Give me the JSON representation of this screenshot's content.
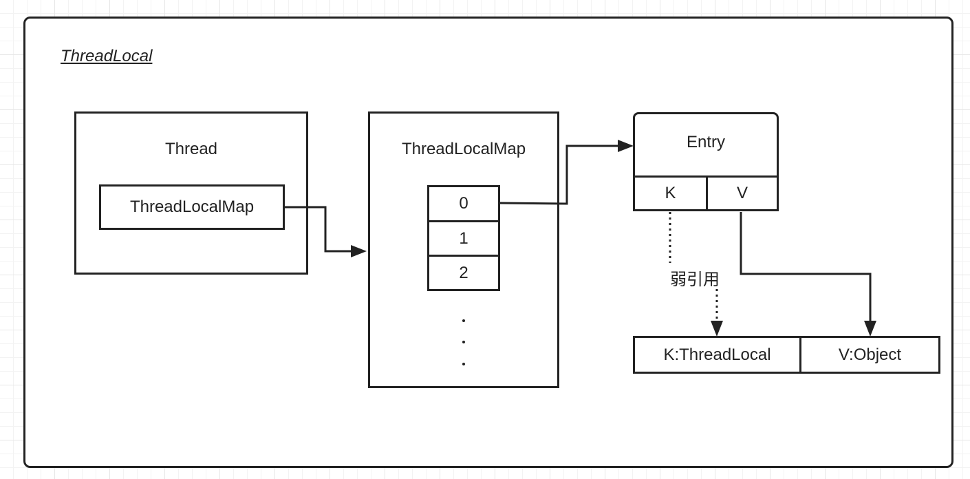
{
  "title": "ThreadLocal",
  "thread": {
    "label": "Thread",
    "inner_label": "ThreadLocalMap"
  },
  "map": {
    "label": "ThreadLocalMap",
    "slots": [
      "0",
      "1",
      "2"
    ]
  },
  "entry": {
    "label": "Entry",
    "k": "K",
    "v": "V"
  },
  "weak_ref_label": "弱引用",
  "targets": {
    "k": "K:ThreadLocal",
    "v": "V:Object"
  }
}
